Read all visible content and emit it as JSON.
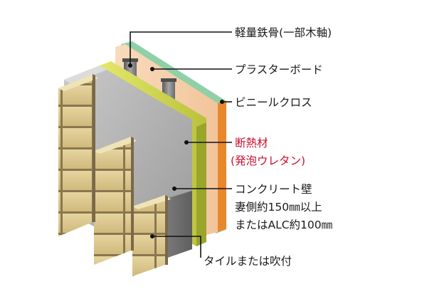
{
  "diagram": {
    "labels": {
      "steel_frame": "軽量鉄骨(一部木軸)",
      "plasterboard": "プラスターボード",
      "vinyl_cloth": "ビニールクロス",
      "insulation_line1": "断熱材",
      "insulation_line2": "(発泡ウレタン)",
      "concrete_line1": "コンクリート壁",
      "concrete_line2": "妻側約150㎜以上",
      "concrete_line3": "またはALC約100㎜",
      "tile": "タイルまたは吹付"
    },
    "colors": {
      "label_text": "#1a1a1a",
      "insulation_label": "#c8102e",
      "leader_line": "#111111",
      "tile": "#d9c48a",
      "tile_joint": "#8a7650",
      "concrete": "#9a9a9a",
      "insulation": "#d6dd4a",
      "plasterboard": "#f6cfa8",
      "vinyl_cloth": "#8fd0a8",
      "steel": "#7d7d7d"
    }
  }
}
